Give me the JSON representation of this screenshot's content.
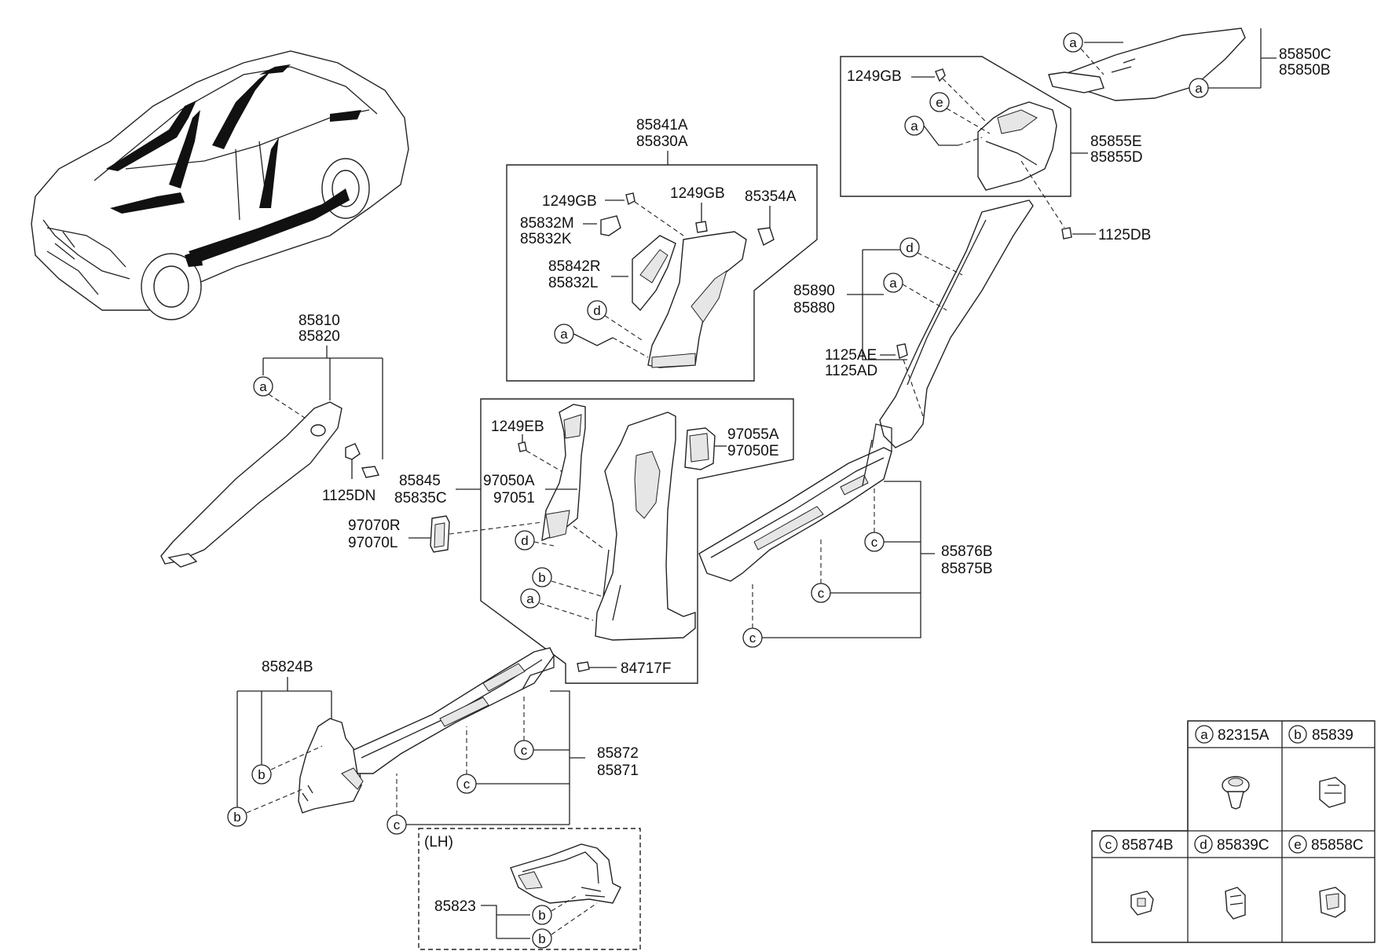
{
  "callouts": {
    "c85850": [
      "85850C",
      "85850B"
    ],
    "c85855": [
      "85855E",
      "85855D"
    ],
    "c1249gb_top": "1249GB",
    "c1125db": "1125DB",
    "c85841": [
      "85841A",
      "85830A"
    ],
    "c1249gb_a": "1249GB",
    "c1249gb_b": "1249GB",
    "c85354a": "85354A",
    "c85832": [
      "85832M",
      "85832K"
    ],
    "c85842": [
      "85842R",
      "85832L"
    ],
    "c85890": [
      "85890",
      "85880"
    ],
    "c1125ae": [
      "1125AE",
      "1125AD"
    ],
    "c85810": [
      "85810",
      "85820"
    ],
    "c1125dn": "1125DN",
    "c1249eb": "1249EB",
    "c97055": [
      "97055A",
      "97050E"
    ],
    "c85845": [
      "85845",
      "85835C"
    ],
    "c97050": [
      "97050A",
      "97051"
    ],
    "c97070": [
      "97070R",
      "97070L"
    ],
    "c85876": [
      "85876B",
      "85875B"
    ],
    "c84717f": "84717F",
    "c85824b": "85824B",
    "c85872": [
      "85872",
      "85871"
    ],
    "c85823": "85823",
    "lh": "(LH)"
  },
  "letters": {
    "a": "a",
    "b": "b",
    "c": "c",
    "d": "d",
    "e": "e"
  },
  "legend": {
    "items": [
      {
        "letter": "a",
        "part": "82315A"
      },
      {
        "letter": "b",
        "part": "85839"
      },
      {
        "letter": "c",
        "part": "85874B"
      },
      {
        "letter": "d",
        "part": "85839C"
      },
      {
        "letter": "e",
        "part": "85858C"
      }
    ]
  }
}
